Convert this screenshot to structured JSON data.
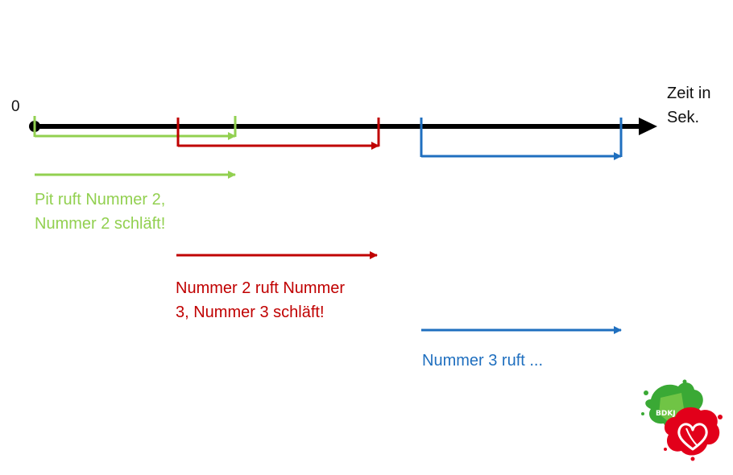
{
  "timeline": {
    "origin_label": "0",
    "axis_label_line1": "Zeit in",
    "axis_label_line2": "Sek."
  },
  "steps": [
    {
      "line1": "Pit ruft Nummer 2,",
      "line2": "Nummer 2 schläft!",
      "color": "#92d050"
    },
    {
      "line1": "Nummer 2 ruft Nummer",
      "line2": "3, Nummer 3 schläft!",
      "color": "#c00000"
    },
    {
      "line1": "Nummer 3 ruft ...",
      "color": "#1f6fbf"
    }
  ],
  "logo": {
    "text": "BDKJ",
    "colors": [
      "#3aa935",
      "#e2001a"
    ]
  }
}
